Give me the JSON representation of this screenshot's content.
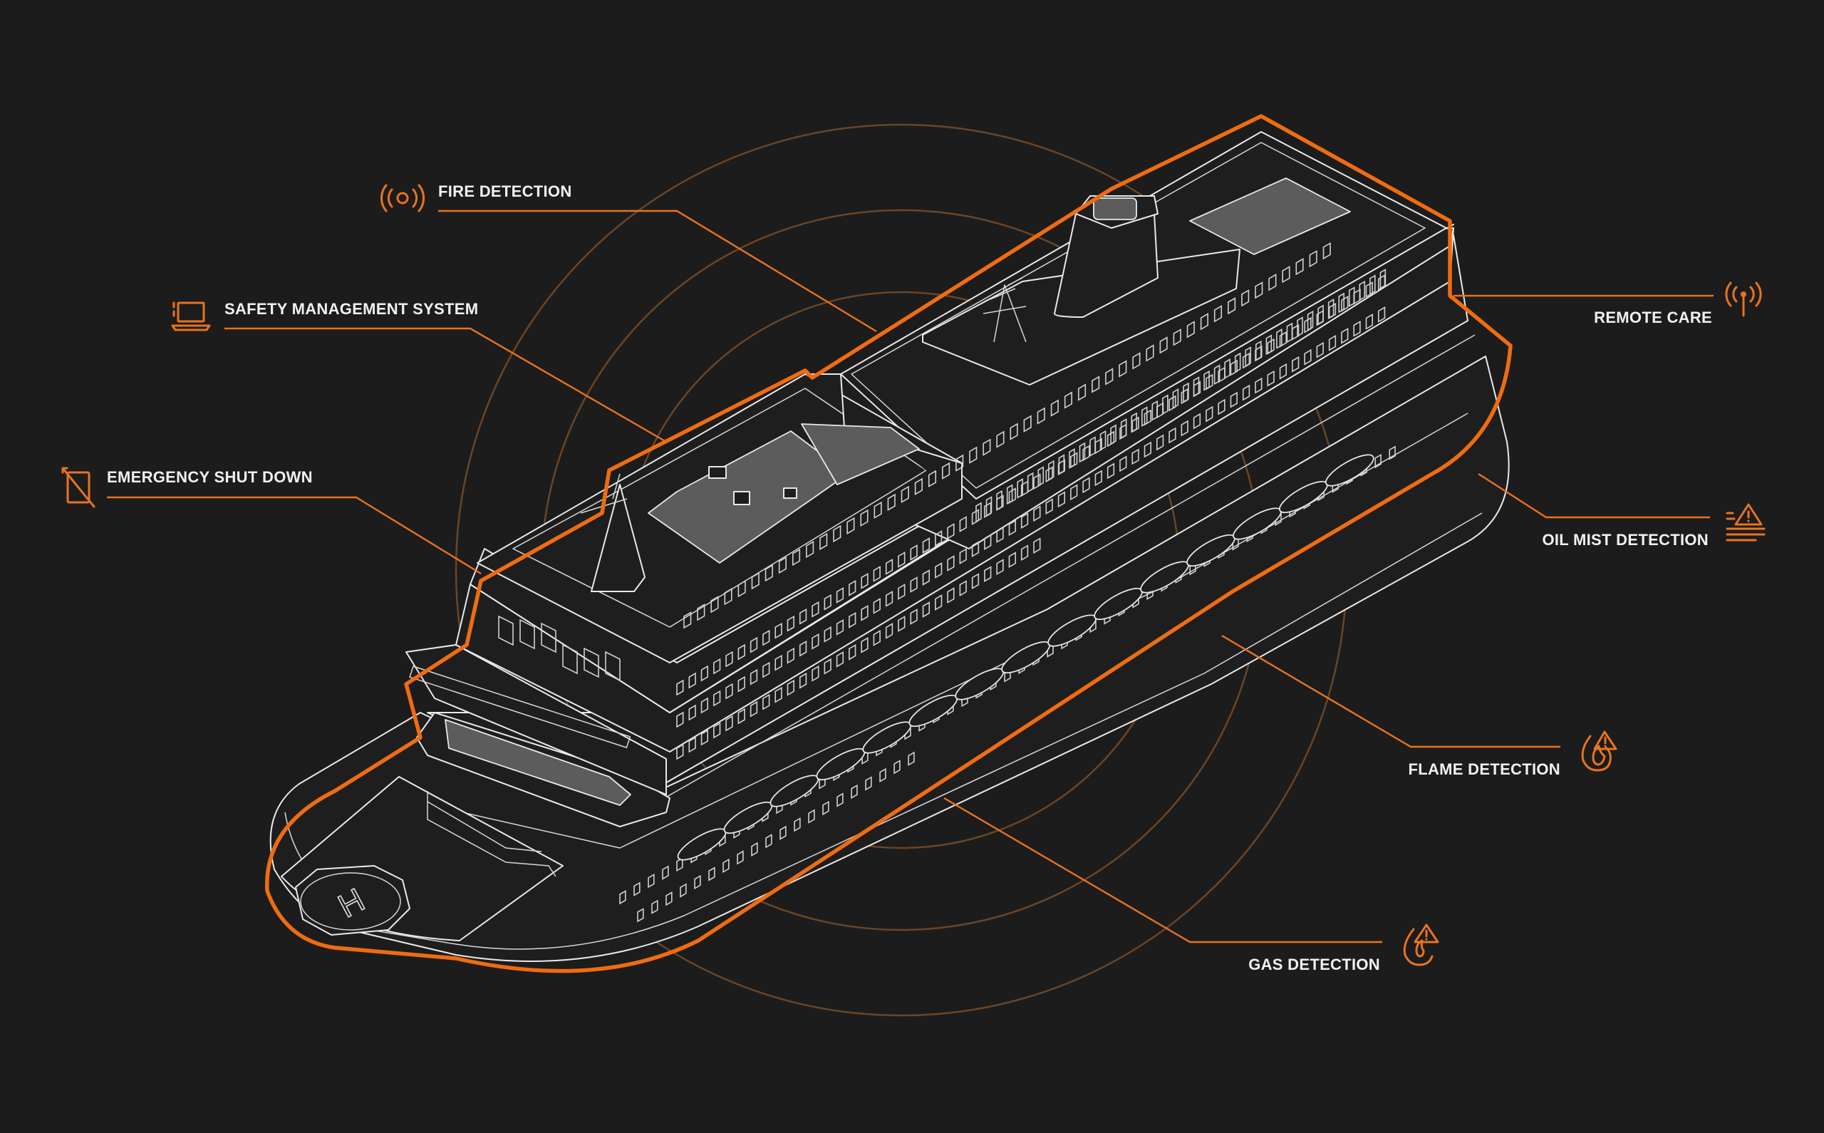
{
  "theme": {
    "background": "#1c1c1c",
    "accent": "#e8731f",
    "line": "#e9e9e9",
    "ring": "#6b4526"
  },
  "callouts": {
    "fire": {
      "label": "FIRE DETECTION",
      "icon": "alarm-icon"
    },
    "safety": {
      "label": "SAFETY MANAGEMENT SYSTEM",
      "icon": "laptop-icon"
    },
    "emergency": {
      "label": "EMERGENCY SHUT DOWN",
      "icon": "power-off-tablet-icon"
    },
    "remote": {
      "label": "REMOTE CARE",
      "icon": "antenna-icon"
    },
    "oil": {
      "label": "OIL MIST DETECTION",
      "icon": "oil-mist-warning-icon"
    },
    "flame": {
      "label": "FLAME DETECTION",
      "icon": "flame-warning-icon"
    },
    "gas": {
      "label": "GAS DETECTION",
      "icon": "gas-warning-icon"
    }
  },
  "helipad": {
    "marking": "H"
  }
}
